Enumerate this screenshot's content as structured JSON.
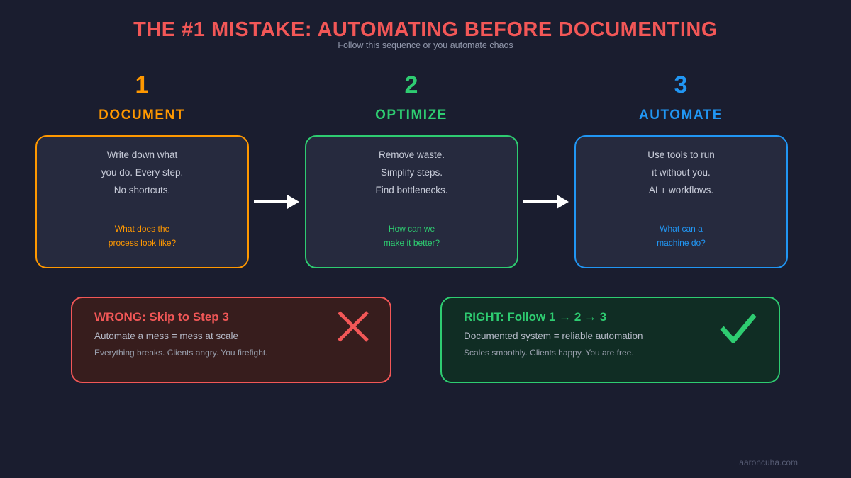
{
  "page": {
    "title": "THE #1 MISTAKE: AUTOMATING BEFORE DOCUMENTING",
    "subtitle": "Follow this sequence or you automate chaos",
    "watermark": "aaroncuha.com"
  },
  "steps": [
    {
      "number": "1",
      "label": "DOCUMENT",
      "accent_color": "#ff9800",
      "lines": [
        "Write down what",
        "you do. Every step.",
        "No shortcuts."
      ],
      "question": [
        "What does the",
        "process look like?"
      ]
    },
    {
      "number": "2",
      "label": "OPTIMIZE",
      "accent_color": "#2ecc71",
      "lines": [
        "Remove waste.",
        "Simplify steps.",
        "Find bottlenecks."
      ],
      "question": [
        "How can we",
        "make it better?"
      ]
    },
    {
      "number": "3",
      "label": "AUTOMATE",
      "accent_color": "#2196f3",
      "lines": [
        "Use tools to run",
        "it without you.",
        "AI + workflows."
      ],
      "question": [
        "What can a",
        "machine do?"
      ]
    }
  ],
  "verdicts": {
    "wrong": {
      "title": "WRONG: Skip to Step 3",
      "line1": "Automate a mess = mess at scale",
      "line2": "Everything breaks. Clients angry. You firefight.",
      "icon": "x-mark",
      "accent_color": "#f25757",
      "background_color": "#371d1d"
    },
    "right": {
      "title": "RIGHT: Follow 1 → 2 → 3",
      "line1": "Documented system = reliable automation",
      "line2": "Scales smoothly. Clients happy. You are free.",
      "icon": "check-mark",
      "accent_color": "#2ecc71",
      "background_color": "#102d24"
    }
  },
  "colors": {
    "page_background": "#1a1d2f",
    "card_background": "#262a3e",
    "title_red": "#f25757",
    "body_text": "#c9cdda",
    "muted_text": "#9298ac",
    "arrow_white": "#ffffff"
  }
}
